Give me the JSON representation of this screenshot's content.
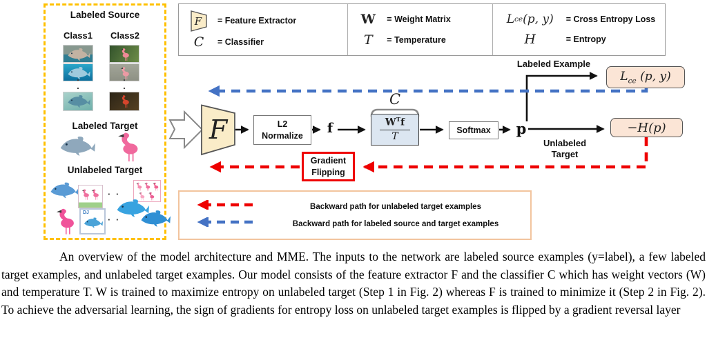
{
  "panel_left": {
    "source_title": "Labeled Source",
    "class1": "Class1",
    "class2": "Class2",
    "target_title": "Labeled Target",
    "unlabeled_title": "Unlabeled Target",
    "ellipsis": "· ·",
    "stamp_text": "DJ"
  },
  "legend_top": {
    "f_symbol": "F",
    "f_meaning": "= Feature Extractor",
    "c_symbol": "C",
    "c_meaning": "= Classifier",
    "w_symbol": "W",
    "w_meaning": "= Weight Matrix",
    "t_symbol": "T",
    "t_meaning": "= Temperature",
    "lce_L": "L",
    "lce_sub": "ce",
    "lce_args": "(p, y)",
    "lce_meaning": "= Cross Entropy Loss",
    "h_symbol": "H",
    "h_meaning": "= Entropy"
  },
  "diagram": {
    "f_label": "F",
    "l2_line1": "L2",
    "l2_line2": "Normalize",
    "f_vec": "f",
    "c_label": "C",
    "frac_w": "W",
    "frac_sup": "T",
    "frac_f": "f",
    "frac_den": "T",
    "softmax_label": "Softmax",
    "p_label": "p",
    "labeled_example": "Labeled Example",
    "unlabeled_line1": "Unlabeled",
    "unlabeled_line2": "Target",
    "lce_L": "L",
    "lce_sub": "ce",
    "lce_args": "(p, y)",
    "neg_entropy": "−H(p)",
    "grad_line1": "Gradient",
    "grad_line2": "Flipping"
  },
  "legend_bottom": {
    "red_label": "Backward path for unlabeled target examples",
    "blue_label": "Backward path for labeled source and target examples"
  },
  "caption": "An overview of the model architecture and MME. The inputs to the network are labeled source examples (y=label), a few labeled target examples, and unlabeled target examples. Our model consists of the feature extractor F and the classifier C which has weight vectors (W) and temperature T.  W is trained to maximize entropy on unlabeled target (Step 1 in Fig. 2) whereas F is trained to minimize it (Step 2 in Fig.  2). To achieve the adversarial learning, the sign of gradients for entropy loss on unlabeled target examples is flipped by a gradient reversal layer",
  "colors": {
    "red_dash": "#EE0000",
    "blue_dash": "#4472C4",
    "panel_yellow": "#FFC000",
    "trapezoid_fill": "#FAECC8",
    "classifier_box_fill": "#DCE6F1",
    "loss_box_fill": "#FBE5D6",
    "legend_border": "#F2C49E"
  }
}
